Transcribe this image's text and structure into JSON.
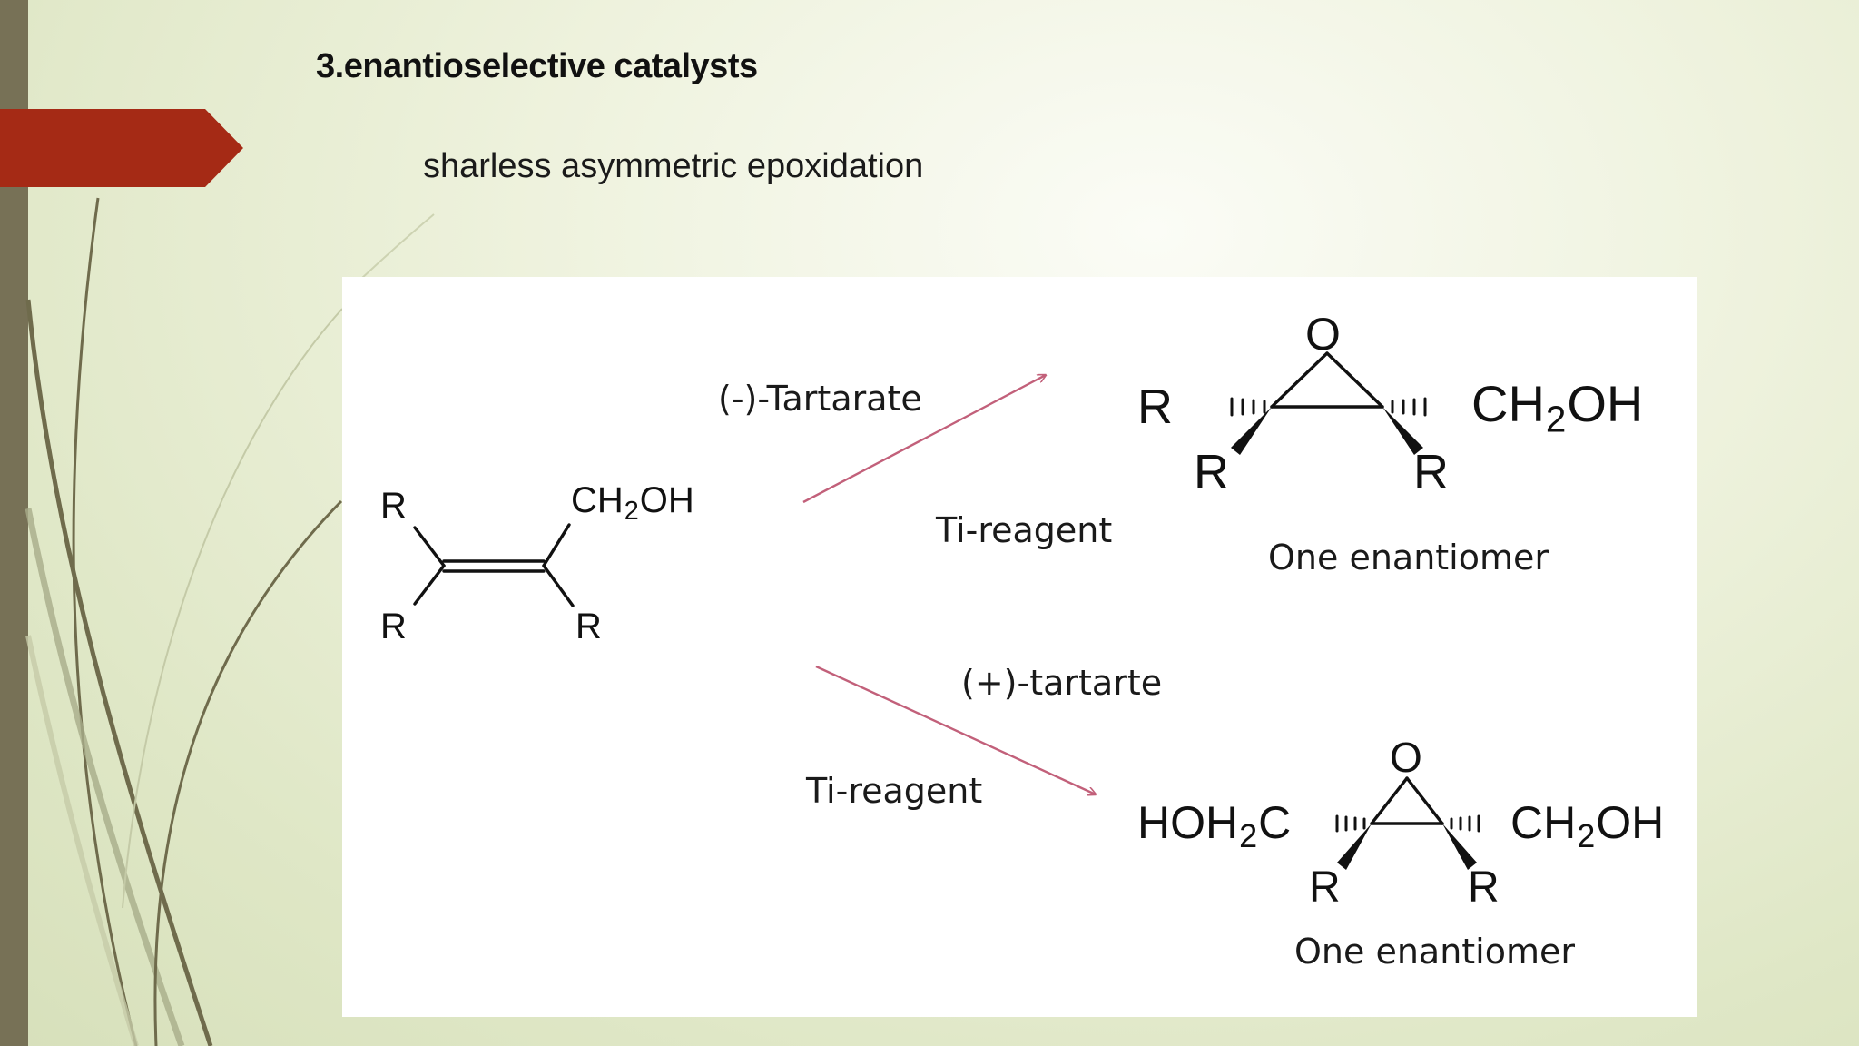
{
  "slide": {
    "title": "3.enantioselective catalysts",
    "subtitle": "sharless asymmetric epoxidation"
  },
  "figure": {
    "reactant": {
      "r_top_left": "R",
      "r_bottom_left": "R",
      "r_bottom_right": "R",
      "ch2oh_pre": "CH",
      "ch2oh_sub": "2",
      "ch2oh_post": "OH"
    },
    "upper_path": {
      "reagent_1": "(-)-Tartarate",
      "reagent_2": "Ti-reagent",
      "product": {
        "oxygen": "O",
        "r_left": "R",
        "r_down_left": "R",
        "r_down_right": "R",
        "ch2oh_pre": "CH",
        "ch2oh_sub": "2",
        "ch2oh_post": "OH"
      },
      "caption": "One enantiomer"
    },
    "lower_path": {
      "reagent_1": "(+)-tartarte",
      "reagent_2": "Ti-reagent",
      "product": {
        "oxygen": "O",
        "hoh2c_pre": "HOH",
        "hoh2c_sub": "2",
        "hoh2c_post": "C",
        "ch2oh_pre": "CH",
        "ch2oh_sub": "2",
        "ch2oh_post": "OH",
        "r_down_left": "R",
        "r_down_right": "R"
      },
      "caption": "One enantiomer"
    }
  },
  "colors": {
    "accent_arrow": "#a52a15",
    "left_bar": "#777156",
    "reaction_arrow": "#c2607a"
  }
}
